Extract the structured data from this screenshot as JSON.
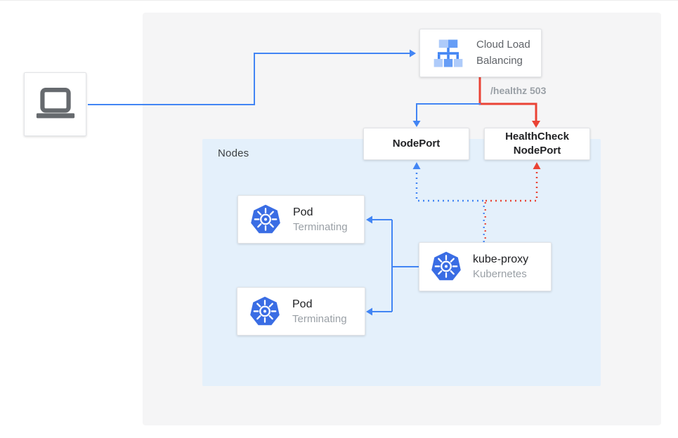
{
  "colors": {
    "blue": "#4285f4",
    "red": "#ea4335",
    "panel-gray": "#f5f5f6",
    "nodes-blue": "#e4f0fb",
    "k8s-blue": "#3a6de4",
    "text-dark": "#202124",
    "text-gray": "#5f6368",
    "text-light-gray": "#9aa0a6",
    "laptop-gray": "#666a6e",
    "lb-light": "#aecbfa",
    "lb-mid": "#669df6",
    "lb-dark": "#4285f4"
  },
  "diagram": {
    "nodes_panel_label": "Nodes",
    "clb": {
      "line1": "Cloud Load",
      "line2": "Balancing"
    },
    "healthz_label": "/healthz 503",
    "nodeport_label": "NodePort",
    "healthcheck": {
      "line1": "HealthCheck",
      "line2": "NodePort"
    },
    "pod1": {
      "title": "Pod",
      "status": "Terminating"
    },
    "pod2": {
      "title": "Pod",
      "status": "Terminating"
    },
    "kube_proxy": {
      "title": "kube-proxy",
      "subtitle": "Kubernetes"
    }
  },
  "icons": {
    "laptop": "laptop-icon",
    "load_balancer": "load-balancer-icon",
    "kubernetes_pod1": "kubernetes-icon",
    "kubernetes_pod2": "kubernetes-icon",
    "kubernetes_kube_proxy": "kubernetes-icon"
  }
}
